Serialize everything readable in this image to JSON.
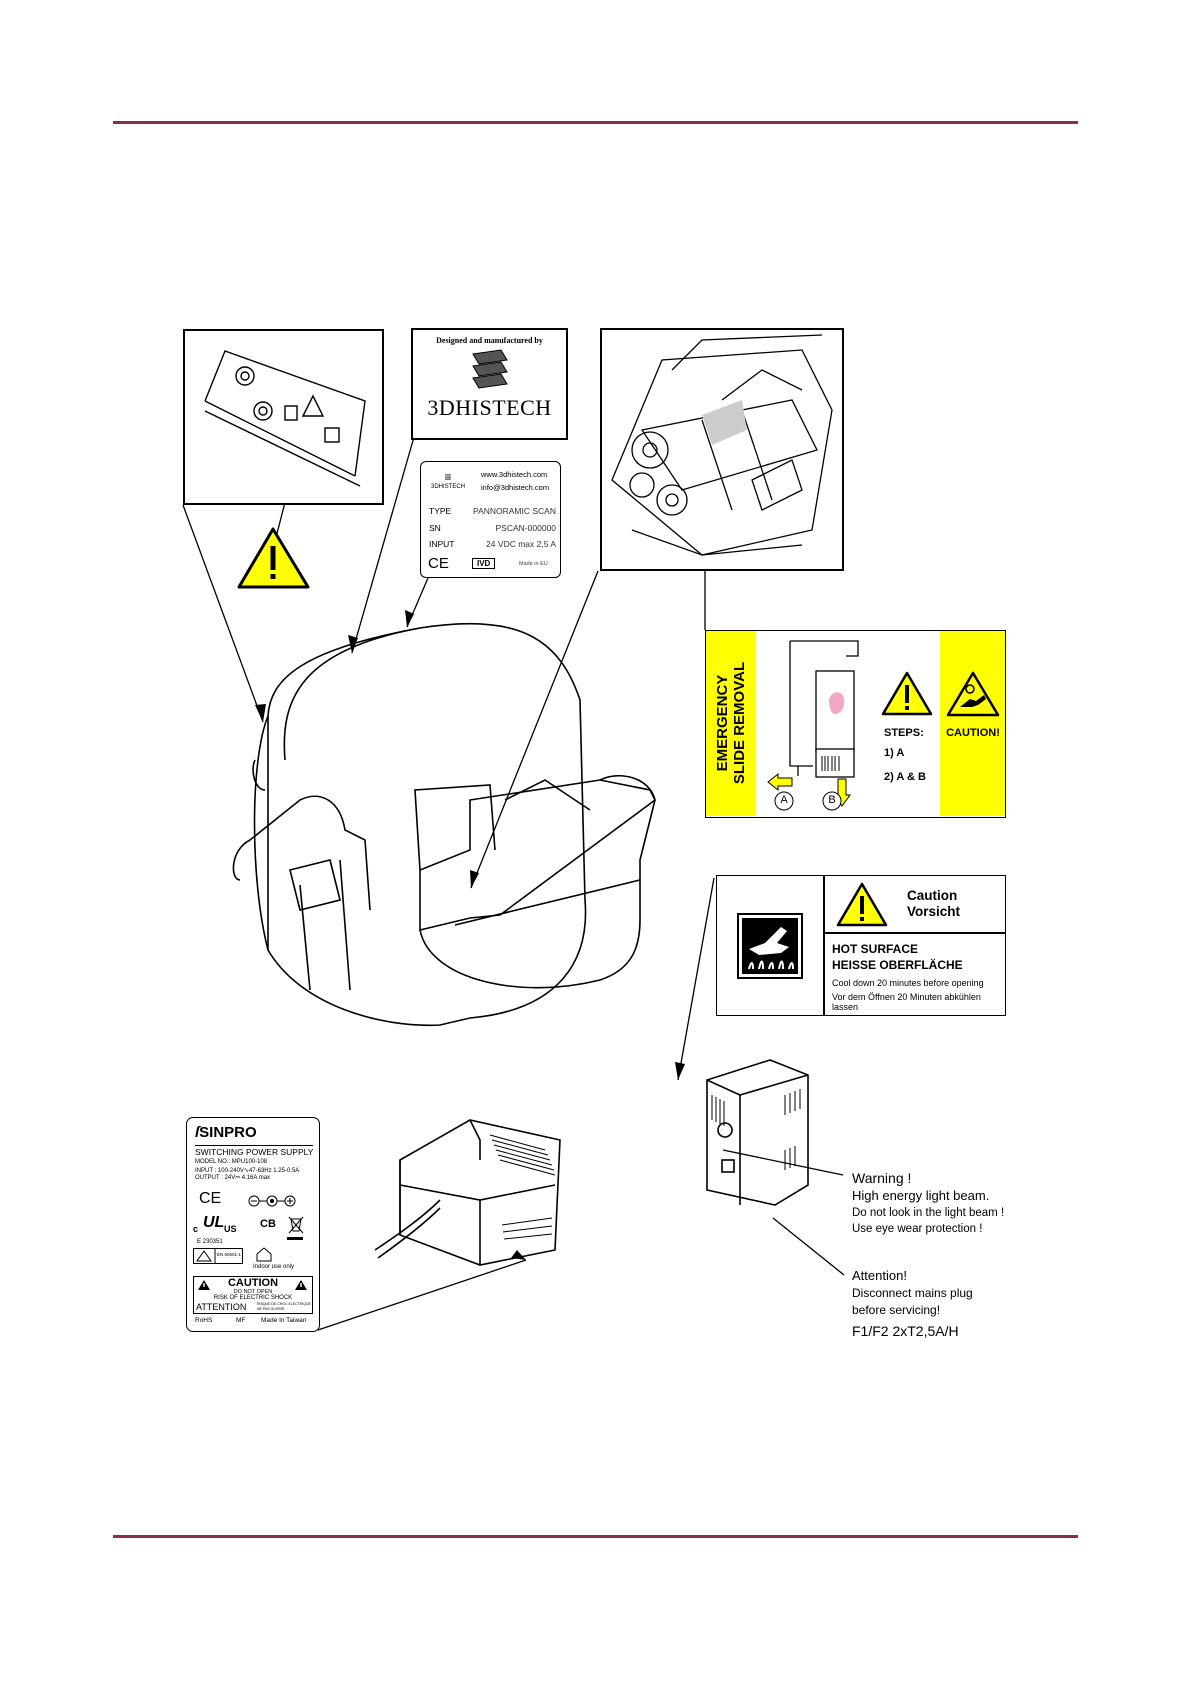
{
  "manufacturer_label": {
    "caption": "Designed and manufactured by",
    "brand": "3DHISTECH"
  },
  "rating_plate": {
    "logo_text": "3DHISTECH",
    "website": "www.3dhistech.com",
    "email": "info@3dhistech.com",
    "rows": [
      {
        "key": "TYPE",
        "value": "PANNORAMIC SCAN"
      },
      {
        "key": "SN",
        "value": "PSCAN-000000"
      },
      {
        "key": "INPUT",
        "value": "24 VDC max 2,5 A"
      }
    ],
    "ce": "CE",
    "ivd": "IVD",
    "origin": "Made in EU"
  },
  "emergency_label": {
    "title_line1": "EMERGENCY",
    "title_line2": "SLIDE REMOVAL",
    "steps_title": "STEPS:",
    "step1": "1) A",
    "step2": "2) A & B",
    "caution": "CAUTION!",
    "marker_a": "A",
    "marker_b": "B",
    "color_yellow": "#ffff00",
    "color_slide": "#f4a6c6"
  },
  "hot_surface_label": {
    "caution_en": "Caution",
    "caution_de": "Vorsicht",
    "title_en": "HOT SURFACE",
    "title_de": "HEISSE OBERFLÄCHE",
    "note_en": "Cool down 20 minutes before opening",
    "note_de": "Vor dem Öffnen 20 Minuten abkühlen lassen"
  },
  "psu_label": {
    "brand": "SINPRO",
    "product": "SWITCHING POWER SUPPLY",
    "model": "MODEL NO.: MPU100-108",
    "input": "INPUT : 100-240V∿47-63Hz  1.25-0.5A",
    "output": "OUTPUT : 24V⎓ 4.16A  max",
    "ce": "CE",
    "ul_file": "E 230351",
    "cb": "CB",
    "ul_c": "c",
    "ul_us": "US",
    "en_std": "EN 60601-1",
    "indoor": "Indoor use only",
    "caution": "CAUTION",
    "do_not_open": "DO NOT OPEN",
    "shock": "RISK OF ELECTRIC SHOCK",
    "attention": "ATTENTION",
    "fr_line1": "RISQUE DE CHOC ELECTRIQUE",
    "fr_line2": "NE PAS OUVRIR",
    "footer_rohs": "RoHS",
    "footer_mf": "MF",
    "footer_made": "Made In Taiwan"
  },
  "light_source_notes": {
    "warning_title": "Warning !",
    "warning_line1": "High energy light beam.",
    "warning_line2": "Do not look in the light beam !",
    "warning_line3": "Use eye wear protection !",
    "attention_title": "Attention!",
    "attention_line1": "Disconnect mains plug",
    "attention_line2": "before servicing!",
    "fuse": "F1/F2 2xT2,5A/H"
  },
  "colors": {
    "rule": "#8b2a52",
    "warning_yellow": "#ffff00"
  }
}
